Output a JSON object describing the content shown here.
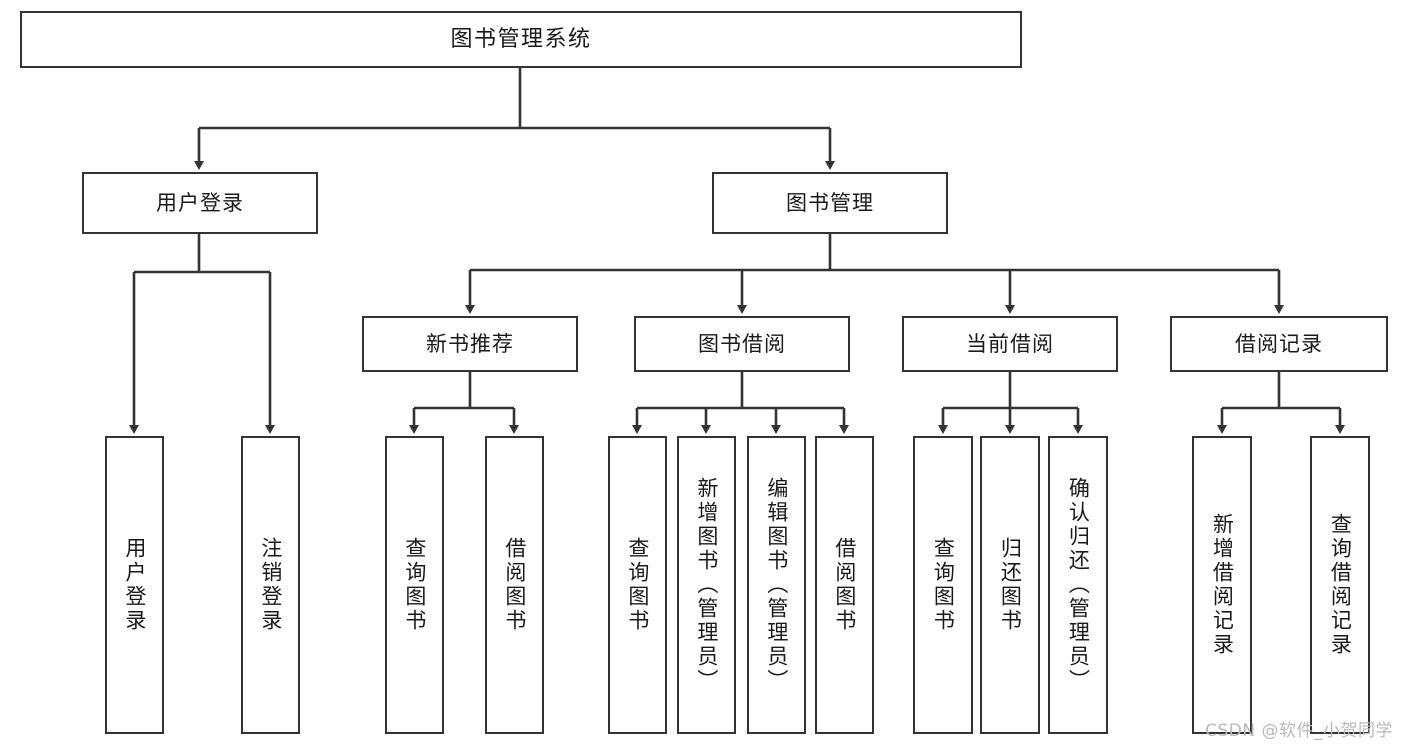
{
  "diagram": {
    "title": "图书管理系统",
    "watermark": "CSDN @软件_小贺同学",
    "colors": {
      "stroke": "#333333",
      "fill": "#ffffff",
      "watermark": "#b9b9b9"
    },
    "nodes": {
      "root": {
        "label": "图书管理系统"
      },
      "level2": [
        {
          "id": "user-login",
          "label": "用户登录"
        },
        {
          "id": "book-manage",
          "label": "图书管理"
        }
      ],
      "level3": [
        {
          "id": "new-book-recommend",
          "label": "新书推荐"
        },
        {
          "id": "book-borrow",
          "label": "图书借阅"
        },
        {
          "id": "current-borrow",
          "label": "当前借阅"
        },
        {
          "id": "borrow-record",
          "label": "借阅记录"
        }
      ],
      "leaves": {
        "user-login": [
          {
            "id": "leaf-user-login",
            "label": "用户登录"
          },
          {
            "id": "leaf-user-logout",
            "label": "注销登录"
          }
        ],
        "new-book-recommend": [
          {
            "id": "leaf-query-book-1",
            "label": "查询图书"
          },
          {
            "id": "leaf-borrow-book-1",
            "label": "借阅图书"
          }
        ],
        "book-borrow": [
          {
            "id": "leaf-query-book-2",
            "label": "查询图书"
          },
          {
            "id": "leaf-add-book-admin",
            "label": "新增图书（管理员）"
          },
          {
            "id": "leaf-edit-book-admin",
            "label": "编辑图书（管理员）"
          },
          {
            "id": "leaf-borrow-book-2",
            "label": "借阅图书"
          }
        ],
        "current-borrow": [
          {
            "id": "leaf-query-book-3",
            "label": "查询图书"
          },
          {
            "id": "leaf-return-book",
            "label": "归还图书"
          },
          {
            "id": "leaf-confirm-return-admin",
            "label": "确认归还（管理员）"
          }
        ],
        "borrow-record": [
          {
            "id": "leaf-add-borrow-record",
            "label": "新增借阅记录"
          },
          {
            "id": "leaf-query-borrow-record",
            "label": "查询借阅记录"
          }
        ]
      }
    }
  }
}
